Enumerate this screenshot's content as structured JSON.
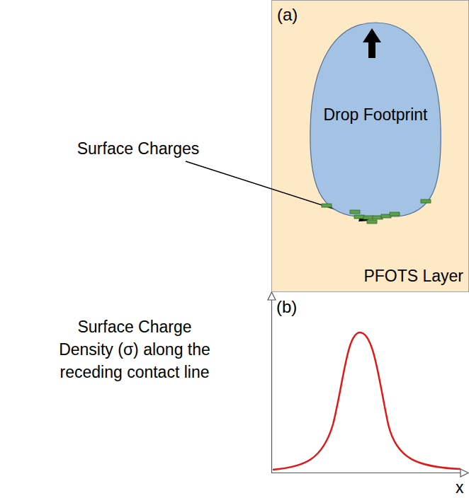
{
  "diagram": {
    "nodes": [
      {
        "text": [
          "(a)",
          "PFOTS Layer"
        ]
      },
      {
        "text": [
          "Drop Footprint"
        ],
        "in": 0
      }
    ],
    "labels": [
      "Surface Charges",
      "(b)",
      "Surface Charge Density (σ) along the receding contact line",
      "x"
    ]
  }
}
